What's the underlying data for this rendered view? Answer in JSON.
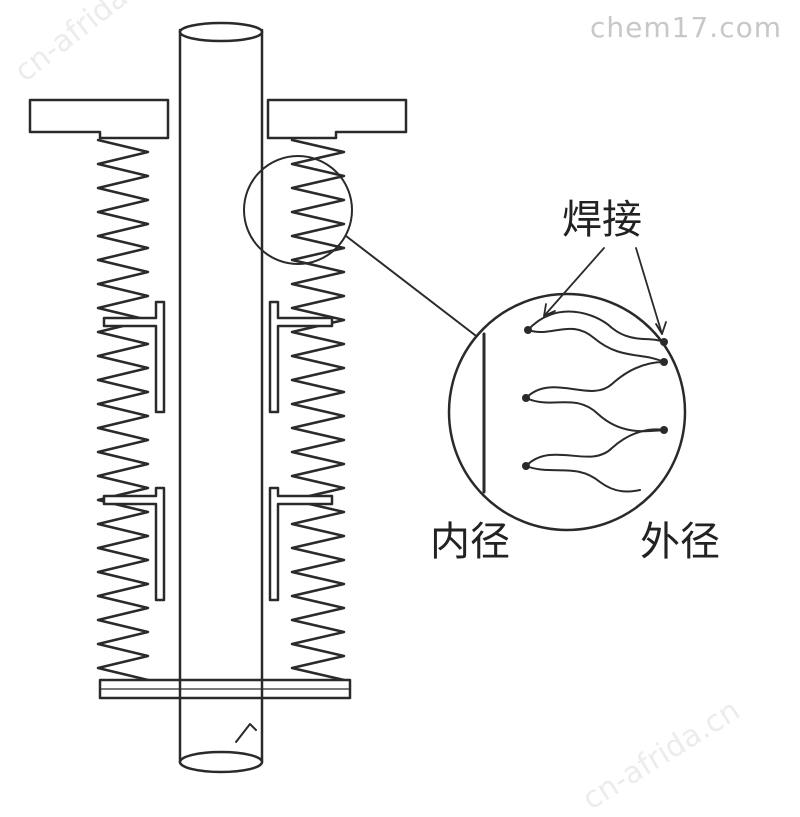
{
  "labels": {
    "weld": "焊接",
    "inner_diameter": "内径",
    "outer_diameter": "外径"
  },
  "watermarks": {
    "top_right": "chem17.com",
    "diagonal": "cn-afrida.cn"
  },
  "colors": {
    "line": "#2a2a2a",
    "background": "#ffffff",
    "watermark": "#c8c8c8"
  }
}
